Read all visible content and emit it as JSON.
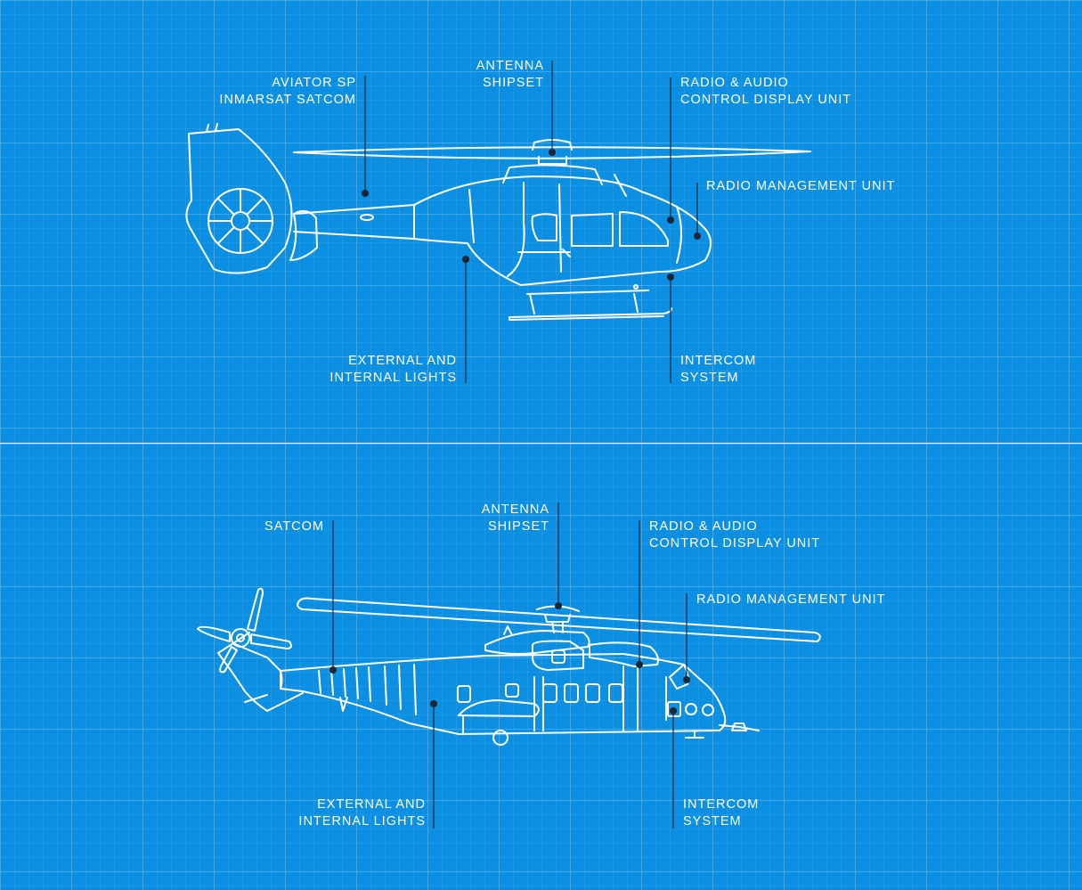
{
  "colors": {
    "background": "#0a8fe2",
    "line": "#ffffff",
    "leader": "#1a2636"
  },
  "top": {
    "aircraft_icon": "light-twin-helicopter-icon",
    "labels": {
      "aviator": [
        "AVIATOR SP",
        "INMARSAT SATCOM"
      ],
      "antenna": [
        "ANTENNA",
        "SHIPSET"
      ],
      "radio_audio": [
        "RADIO & AUDIO",
        "CONTROL DISPLAY UNIT"
      ],
      "radio_mgmt": [
        "RADIO MANAGEMENT UNIT"
      ],
      "lights": [
        "EXTERNAL AND",
        "INTERNAL LIGHTS"
      ],
      "intercom": [
        "INTERCOM",
        "SYSTEM"
      ]
    }
  },
  "bottom": {
    "aircraft_icon": "heavy-helicopter-icon",
    "labels": {
      "satcom": [
        "SATCOM"
      ],
      "antenna": [
        "ANTENNA",
        "SHIPSET"
      ],
      "radio_audio": [
        "RADIO & AUDIO",
        "CONTROL DISPLAY UNIT"
      ],
      "radio_mgmt": [
        "RADIO MANAGEMENT UNIT"
      ],
      "lights": [
        "EXTERNAL AND",
        "INTERNAL LIGHTS"
      ],
      "intercom": [
        "INTERCOM",
        "SYSTEM"
      ]
    }
  }
}
